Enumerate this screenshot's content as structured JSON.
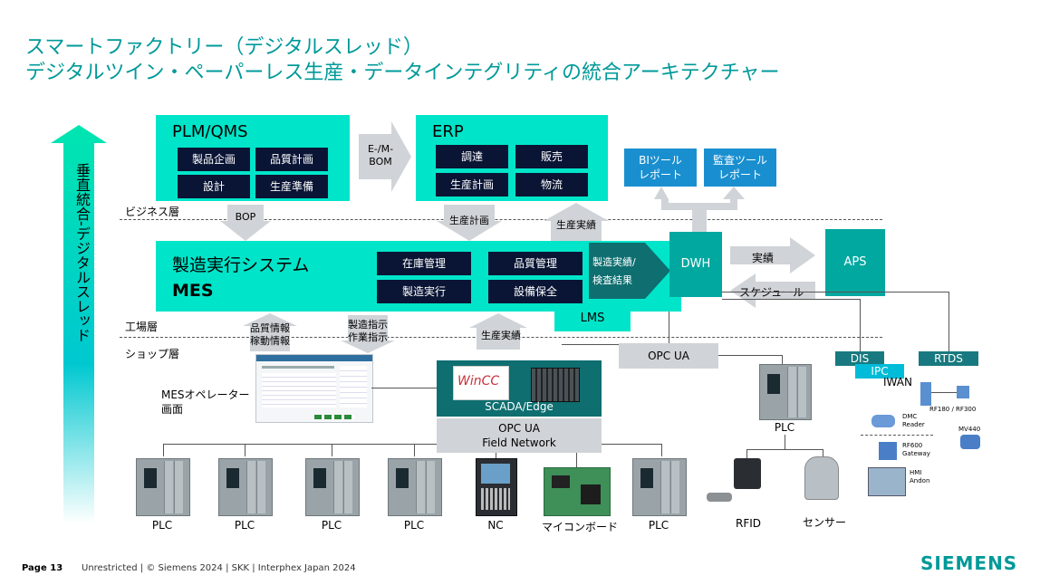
{
  "title": {
    "line1": "スマートファクトリー（デジタルスレッド）",
    "line2": "デジタルツイン・ペーパーレス生産・データインテグリティの統合アーキテクチャー"
  },
  "vertical_arrow": {
    "label": "垂直統合-デジタルスレッド"
  },
  "layers": {
    "business": "ビジネス層",
    "factory": "工場層",
    "shop": "ショップ層"
  },
  "plm": {
    "title": "PLM/QMS",
    "items": [
      "製品企画",
      "品質計画",
      "設計",
      "生産準備"
    ]
  },
  "ebom": {
    "label": "E-/M-\nBOM"
  },
  "erp": {
    "title": "ERP",
    "items": [
      "調達",
      "販売",
      "生産計画",
      "物流"
    ]
  },
  "bi": {
    "label": "BIツール\nレポート"
  },
  "audit": {
    "label": "監査ツール\nレポート"
  },
  "arrows": {
    "bop": "BOP",
    "prod_plan": "生産計画",
    "prod_result_up": "生産実績",
    "result": "実績",
    "schedule": "スケジュール",
    "quality_info": "品質情報\n稼動情報",
    "mfg_instruction": "製造指示\n作業指示",
    "prod_result_low": "生産実績",
    "mfg_result": "製造実績/\n検査結果"
  },
  "mes": {
    "title1": "製造実行システム",
    "title2": "MES",
    "items": [
      "在庫管理",
      "品質管理",
      "製造実行",
      "設備保全"
    ]
  },
  "dwh": "DWH",
  "aps": "APS",
  "lms": "LMS",
  "opc_top": "OPC UA",
  "dis": "DIS",
  "ipc": "IPC",
  "rtds": "RTDS",
  "iwan": "IWAN",
  "scada": {
    "wincc": "WinCC",
    "label": "SCADA/Edge"
  },
  "opc_field": "OPC UA\nField Network",
  "mes_operator": "MESオペレーター\n画面",
  "devices": [
    "PLC",
    "PLC",
    "PLC",
    "PLC",
    "NC",
    "マイコンボード",
    "PLC"
  ],
  "right_devices": {
    "plc": "PLC",
    "rfid": "RFID",
    "sensor": "センサー"
  },
  "iot": {
    "rf": "RF180 / RF300",
    "dmc": "DMC\nReader",
    "mv": "MV440",
    "rf600": "RF600\nGateway",
    "hmi": "HMI\nAndon"
  },
  "footer": {
    "page": "Page 13",
    "info": "Unrestricted | © Siemens 2024 | SKK | Interphex Japan 2024",
    "brand": "SIEMENS"
  },
  "colors": {
    "teal": "#00e5c9",
    "title": "#009999",
    "navy": "#0a1535",
    "blue": "#1a8fd0"
  }
}
